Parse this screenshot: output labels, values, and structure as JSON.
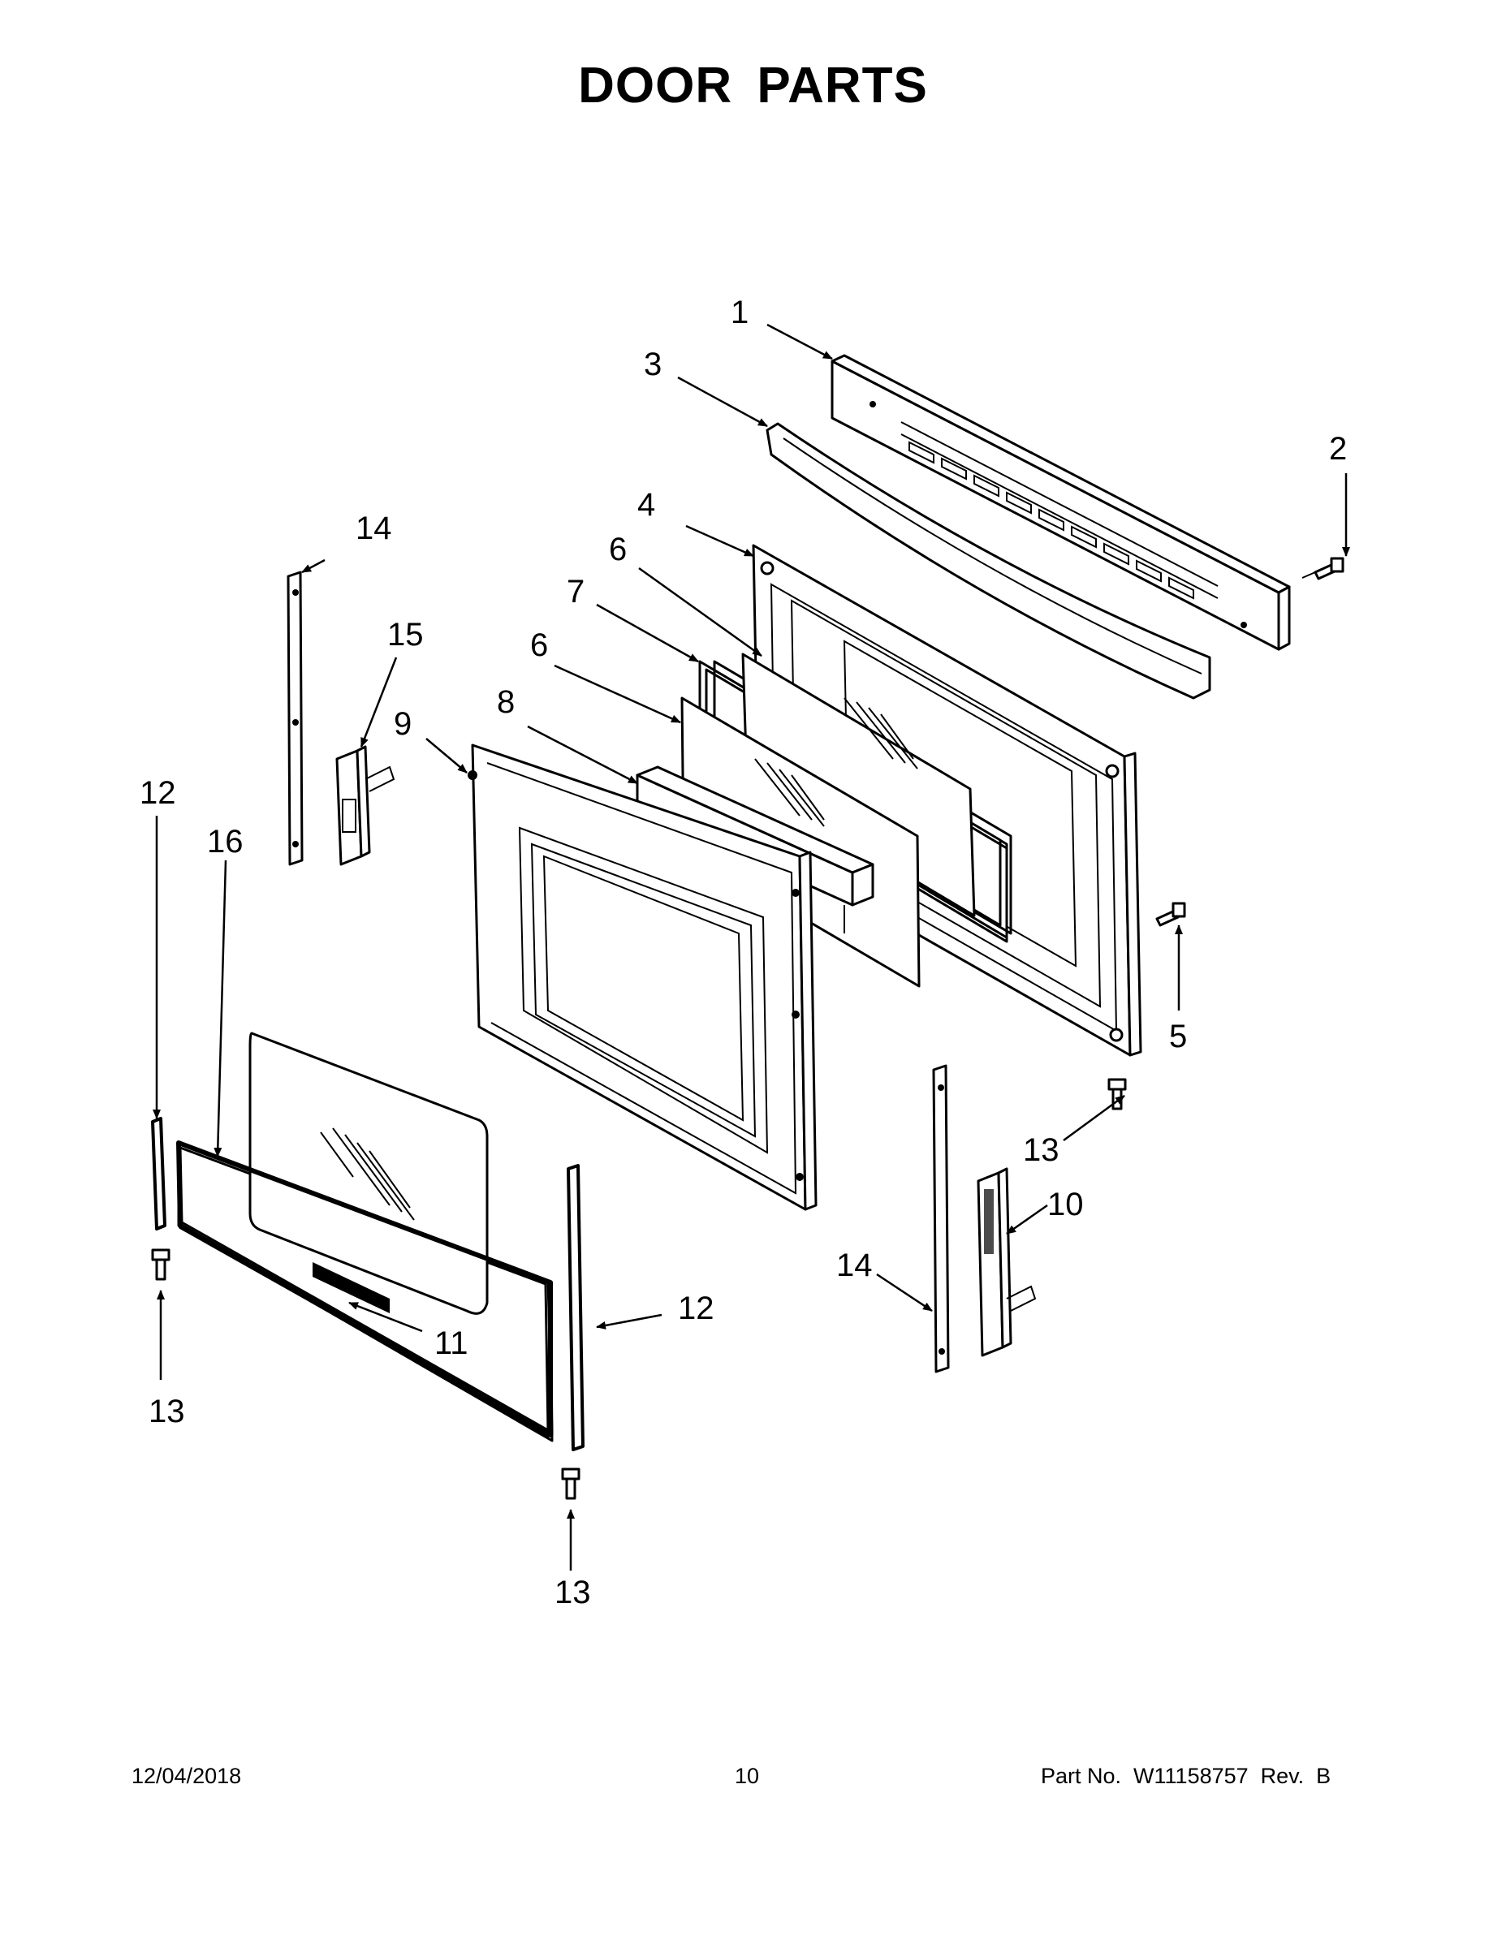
{
  "title": "DOOR PARTS",
  "callouts": {
    "c1": "1",
    "c2": "2",
    "c3": "3",
    "c4": "4",
    "c5": "5",
    "c6a": "6",
    "c6b": "6",
    "c7": "7",
    "c8": "8",
    "c9": "9",
    "c10": "10",
    "c11": "11",
    "c12a": "12",
    "c12b": "12",
    "c13a": "13",
    "c13b": "13",
    "c13c": "13",
    "c14a": "14",
    "c14b": "14",
    "c15": "15",
    "c16": "16"
  },
  "footer": {
    "date": "12/04/2018",
    "page": "10",
    "part_no": "Part No.  W11158757  Rev.  B"
  }
}
